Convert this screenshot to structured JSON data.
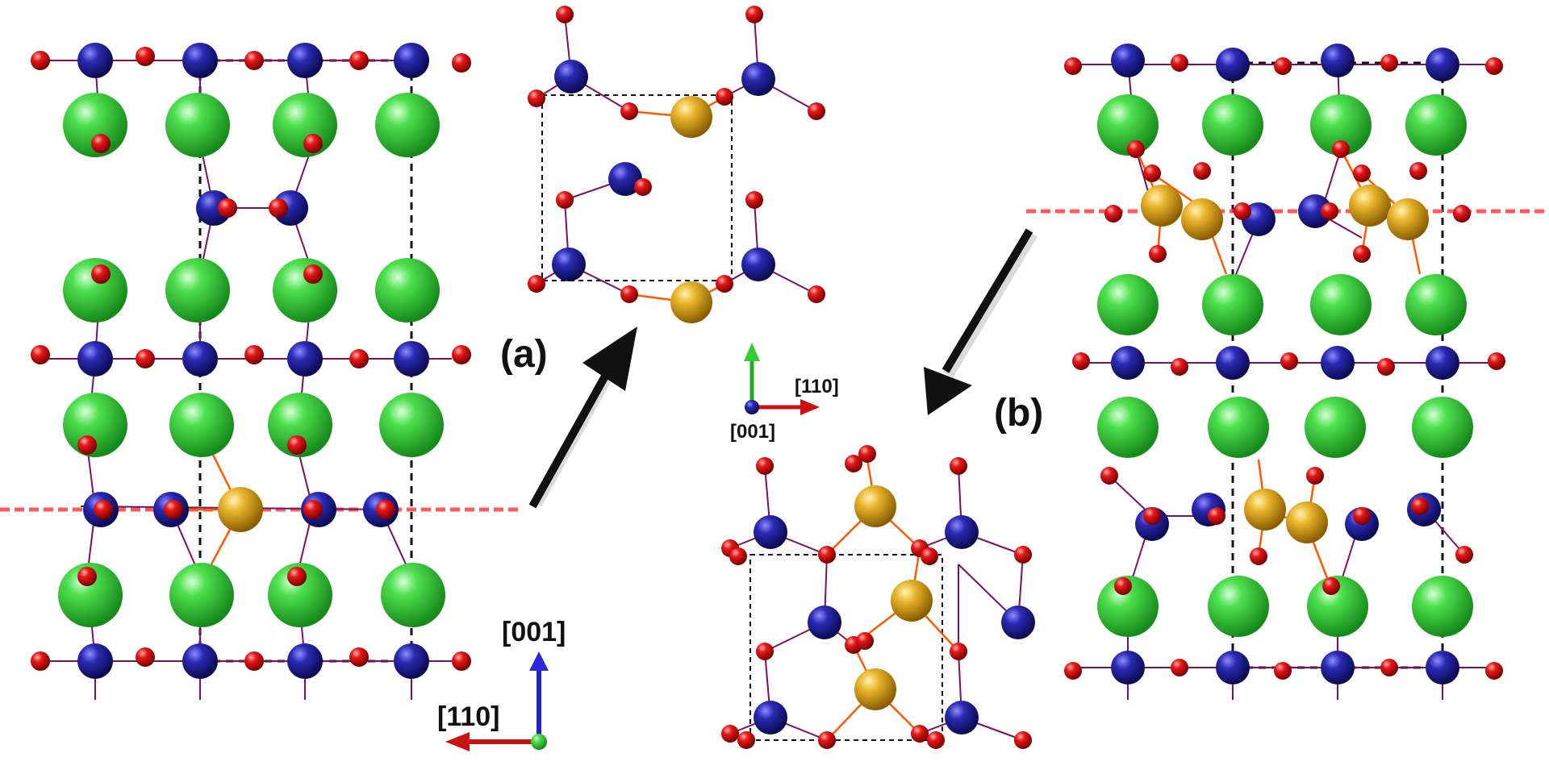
{
  "labels": {
    "panel_a": "(a)",
    "panel_b": "(b)",
    "axis_001_left": "[001]",
    "axis_110_left": "[110]",
    "axis_110_center": "[110]",
    "axis_001_center": "[001]"
  },
  "legend_colors": {
    "blue_atom": "#1c1c8c",
    "red_atom": "#e01010",
    "green_atom": "#2ec83a",
    "gold_atom": "#e0b020",
    "bond": "#7a1060",
    "gold_bond": "#ff5a00",
    "plane_line": "#ff4a4a",
    "arrow": "#111111"
  }
}
